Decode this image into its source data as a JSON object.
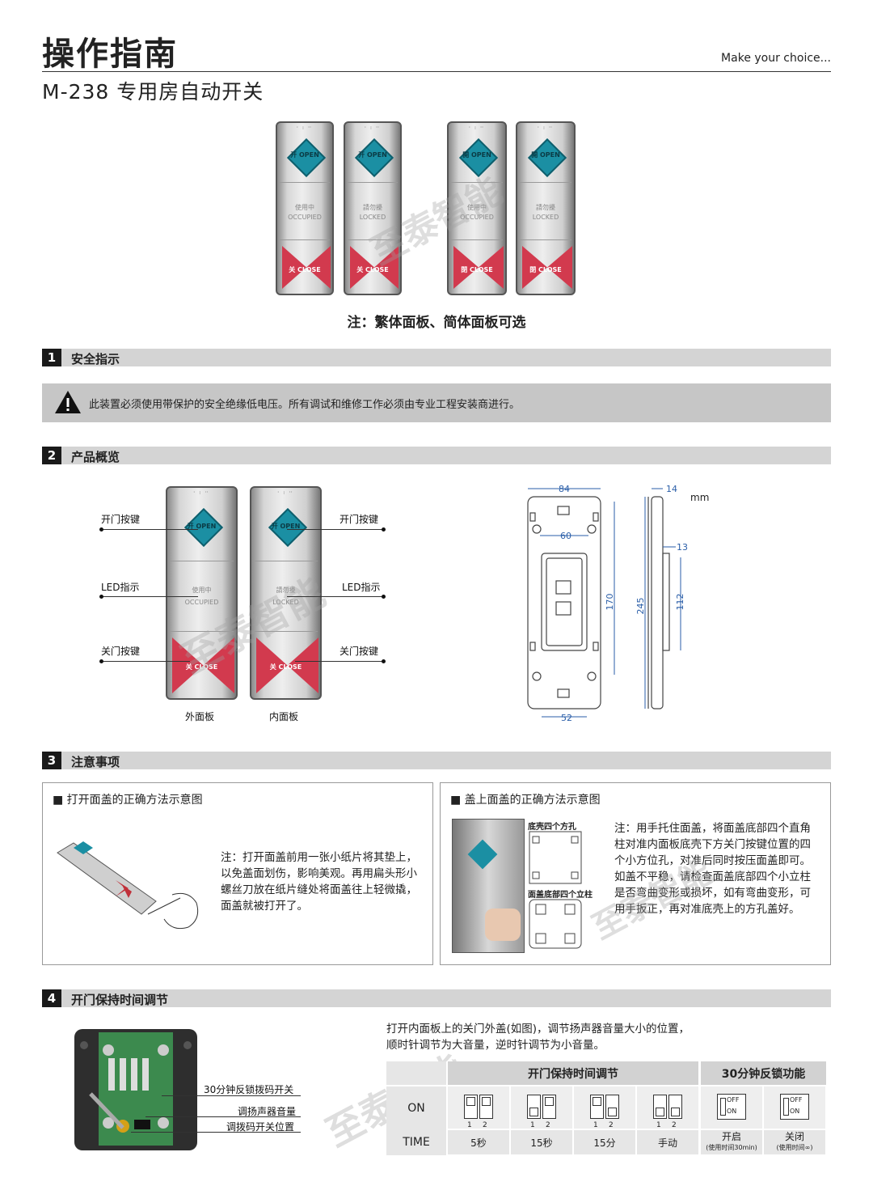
{
  "header": {
    "title": "操作指南",
    "tagline": "Make  your choice...",
    "subtitle": "M-238  专用房自动开关"
  },
  "top_panels": {
    "note": "注：繁体面板、简体面板可选",
    "items": [
      {
        "open": "开 OPEN",
        "mid_cn": "使用中",
        "mid_en": "OCCUPIED",
        "close": "关  CLOSE"
      },
      {
        "open": "开 OPEN",
        "mid_cn": "請勿擾",
        "mid_en": "LOCKED",
        "close": "关  CLOSE"
      },
      {
        "open": "開 OPEN",
        "mid_cn": "使用中",
        "mid_en": "OCCUPIED",
        "close": "閉  CLOSE"
      },
      {
        "open": "開 OPEN",
        "mid_cn": "請勿擾",
        "mid_en": "LOCKED",
        "close": "閉  CLOSE"
      }
    ]
  },
  "watermark": "至泰智能",
  "section1": {
    "num": "1",
    "title": "安全指示",
    "warning": "此装置必须使用带保护的安全绝缘低电压。所有调试和维修工作必须由专业工程安装商进行。"
  },
  "section2": {
    "num": "2",
    "title": "产品概览",
    "callouts_left": [
      "开门按键",
      "LED指示",
      "关门按键"
    ],
    "callouts_right": [
      "开门按键",
      "LED指示",
      "关门按键"
    ],
    "outer_label": "外面板",
    "inner_label": "内面板",
    "dims": {
      "unit": "mm",
      "w84": "84",
      "w60": "60",
      "w52": "52",
      "h170": "170",
      "h245": "245",
      "d14": "14",
      "d13": "13",
      "h112": "112"
    }
  },
  "section3": {
    "num": "3",
    "title": "注意事项",
    "left_box": {
      "heading": "■ 打开面盖的正确方法示意图",
      "text": "注：打开面盖前用一张小纸片将其垫上，以免盖面划伤，影响美观。再用扁头形小螺丝刀放在纸片缝处将面盖往上轻微撬，面盖就被打开了。"
    },
    "right_box": {
      "heading": "■ 盖上面盖的正确方法示意图",
      "label_top": "底壳四个方孔",
      "label_bottom": "面盖底部四个立柱",
      "text": "注：用手托住面盖，将面盖底部四个直角柱对准内面板底壳下方关门按键位置的四个小方位孔，对准后同时按压面盖即可。如盖不平稳，请检查面盖底部四个小立柱是否弯曲变形或损坏，如有弯曲变形，可用手扳正，再对准底壳上的方孔盖好。"
    }
  },
  "section4": {
    "num": "4",
    "title": "开门保持时间调节",
    "pcb_labels": [
      "30分钟反锁拨码开关",
      "调扬声器音量",
      "调拨码开关位置"
    ],
    "instruction_line1": "打开内面板上的关门外盖(如图)，调节扬声器音量大小的位置，",
    "instruction_line2": "顺时针调节为大音量，逆时针调节为小音量。",
    "table": {
      "group1": "开门保持时间调节",
      "group2": "30分钟反锁功能",
      "row_on": "ON",
      "row_time": "TIME",
      "times": [
        "5秒",
        "15秒",
        "15分",
        "手动"
      ],
      "lock_on": "开启",
      "lock_on_note": "(使用时间30min)",
      "lock_off": "关闭",
      "lock_off_note": "(使用时间∞)",
      "sw_on": "ON",
      "sw_off": "OFF"
    }
  }
}
